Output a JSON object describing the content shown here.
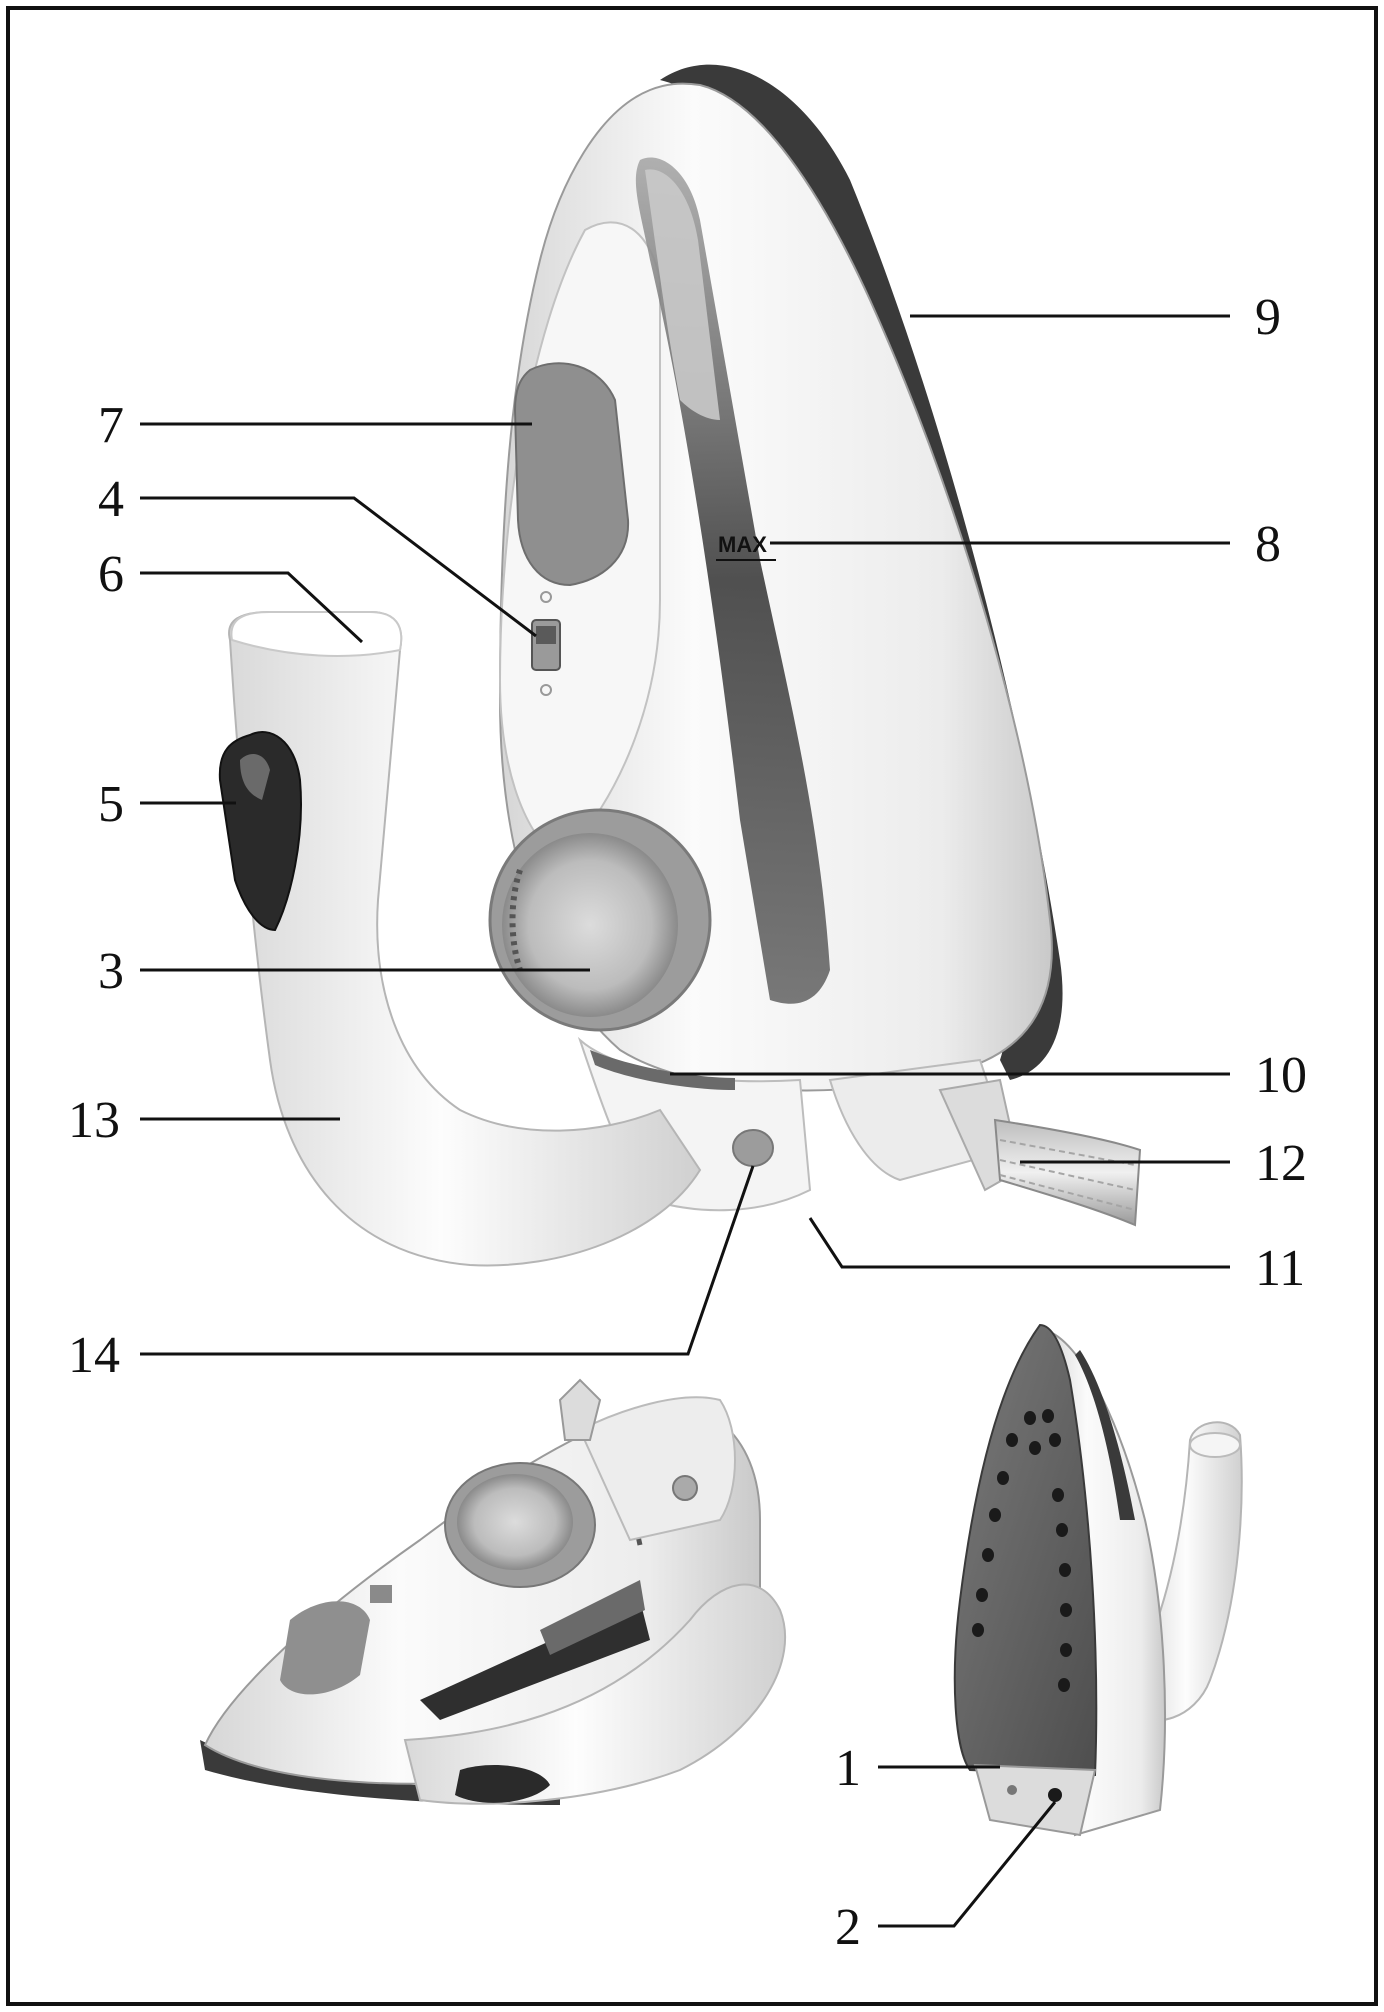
{
  "figure": {
    "max_mark": "MAX",
    "labels": {
      "l1": "1",
      "l2": "2",
      "l3": "3",
      "l4": "4",
      "l5": "5",
      "l6": "6",
      "l7": "7",
      "l8": "8",
      "l9": "9",
      "l10": "10",
      "l11": "11",
      "l12": "12",
      "l13": "13",
      "l14": "14"
    }
  },
  "colors": {
    "body": "#f2f2f2",
    "shade": "#8f8f8f",
    "dark": "#2a2a2a",
    "soleplate": "#5f5f5f"
  }
}
